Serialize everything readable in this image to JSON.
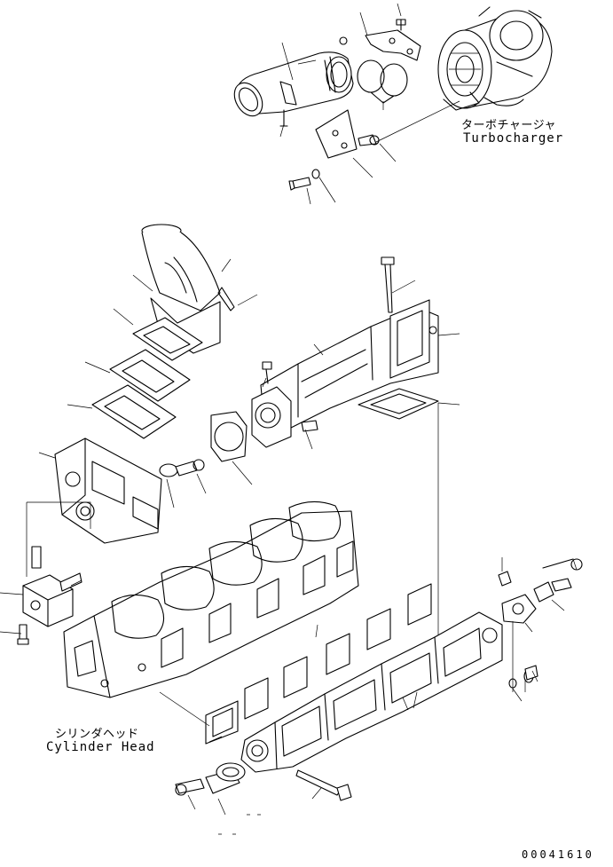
{
  "labels": {
    "turbocharger_jp": "ターボチャージャ",
    "turbocharger_en": "Turbocharger",
    "cylinder_head_jp": "シリンダヘッド",
    "cylinder_head_en": "Cylinder Head"
  },
  "figure_code": "00041610"
}
